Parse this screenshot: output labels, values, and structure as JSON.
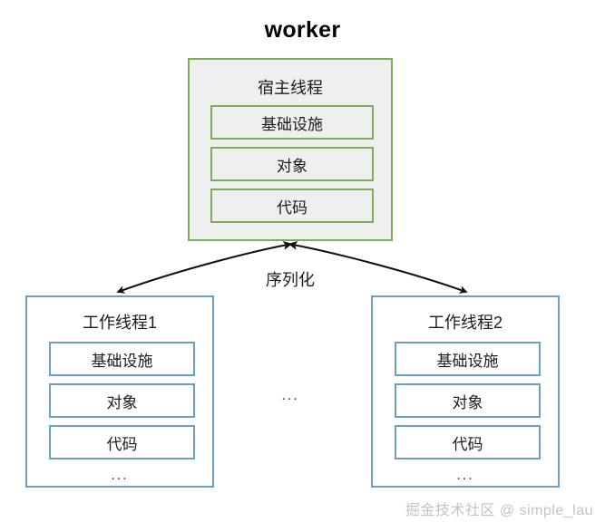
{
  "diagram": {
    "title": "worker",
    "host": {
      "label": "宿主线程",
      "slots": [
        "基础设施",
        "对象",
        "代码"
      ],
      "border_color": "#7fab5d",
      "fill_color": "#efefef"
    },
    "connector": {
      "label": "序列化",
      "arrow_color": "#111111",
      "style": "double-headed-curved"
    },
    "workers": [
      {
        "label": "工作线程1",
        "slots": [
          "基础设施",
          "对象",
          "代码"
        ],
        "ellipsis": "...",
        "border_color": "#6a9ec5",
        "fill_color": "#ffffff"
      },
      {
        "label": "工作线程2",
        "slots": [
          "基础设施",
          "对象",
          "代码"
        ],
        "ellipsis": "...",
        "border_color": "#6a9ec5",
        "fill_color": "#ffffff"
      }
    ],
    "center_ellipsis": "...",
    "watermark": "掘金技术社区 @ simple_lau",
    "background_color": "#ffffff"
  }
}
